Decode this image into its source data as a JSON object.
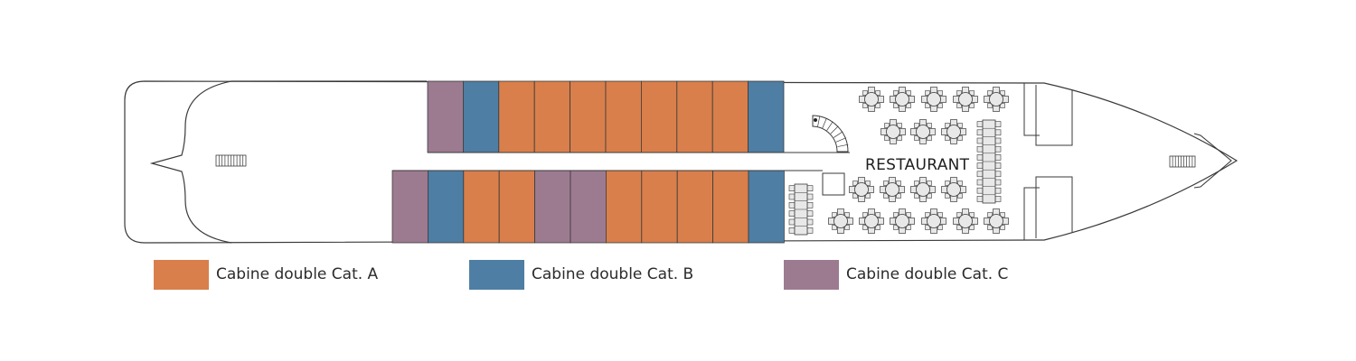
{
  "colors": {
    "cat_a": "#d87f4b",
    "cat_b": "#4e7ea3",
    "cat_c": "#9c7b90",
    "outline": "#3a3a3a"
  },
  "deck": {
    "restaurant_label": "RESTAURANT",
    "upper_row": [
      "C",
      "B",
      "A",
      "A",
      "A",
      "A",
      "A",
      "A",
      "A",
      "B"
    ],
    "lower_row": [
      "C",
      "B",
      "A",
      "A",
      "C",
      "C",
      "A",
      "A",
      "A",
      "A",
      "B"
    ]
  },
  "legend": [
    {
      "category": "A",
      "label": "Cabine double Cat. A",
      "color": "#d87f4b"
    },
    {
      "category": "B",
      "label": "Cabine double Cat. B",
      "color": "#4e7ea3"
    },
    {
      "category": "C",
      "label": "Cabine double Cat. C",
      "color": "#9c7b90"
    }
  ]
}
